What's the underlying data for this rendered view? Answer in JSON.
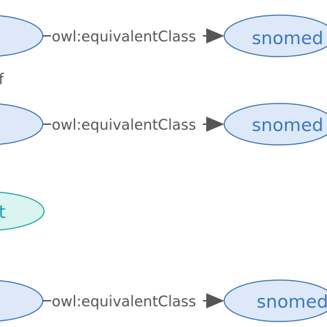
{
  "colors": {
    "class_fill": "#dde9f8",
    "class_stroke": "#3a6fb5",
    "class_text": "#3d78c2",
    "individual_fill": "#d9f4f1",
    "individual_stroke": "#1aa3a3",
    "individual_text": "#1f9fa3",
    "edge": "#555555",
    "edge_text": "#555555",
    "background": "#ffffff"
  },
  "nodes": {
    "left_1": "",
    "left_2": "",
    "left_3": "t",
    "left_4": "",
    "snomed_1": "snomed",
    "snomed_2": "snomed",
    "snomed_3": "snomed"
  },
  "edges": {
    "e1": "owl:equivalentClass",
    "e2": "owl:equivalentClass",
    "e3": "owl:equivalentClass"
  },
  "fragments": {
    "partial_label": "f"
  }
}
